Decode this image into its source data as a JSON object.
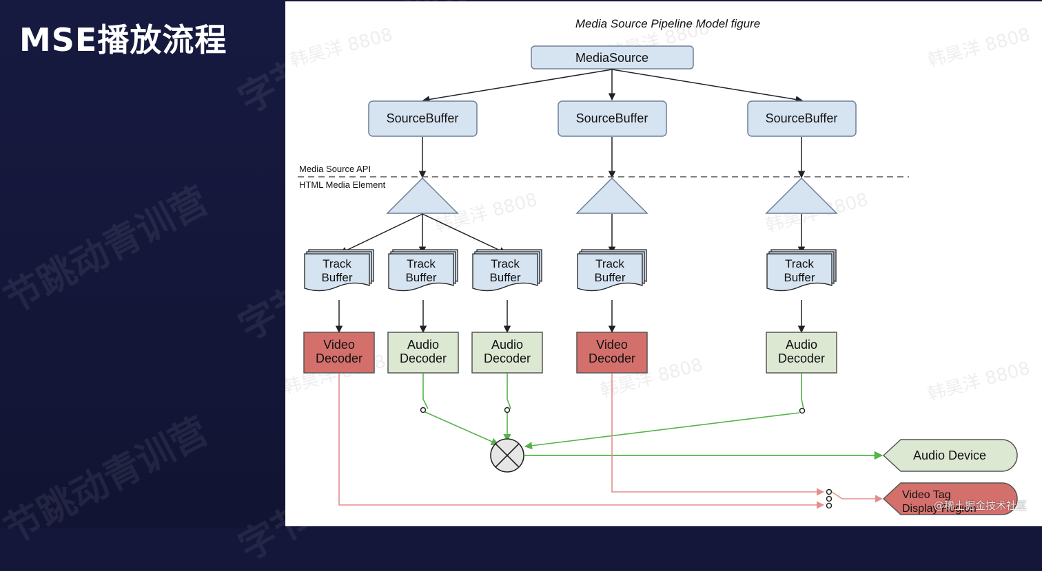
{
  "slide": {
    "title": "MSE播放流程"
  },
  "left_watermarks": [
    "字节跳动青训营",
    "节跳动青训营",
    "字节跳动青训营",
    "节跳动青训营",
    "字节跳动青训营"
  ],
  "figure": {
    "title": "Media Source Pipeline Model figure",
    "media_source": "MediaSource",
    "source_buffers": [
      "SourceBuffer",
      "SourceBuffer",
      "SourceBuffer"
    ],
    "api_label": "Media Source API",
    "element_label": "HTML Media Element",
    "track_buffers": [
      [
        "Track",
        "Buffer"
      ],
      [
        "Track",
        "Buffer"
      ],
      [
        "Track",
        "Buffer"
      ],
      [
        "Track",
        "Buffer"
      ],
      [
        "Track",
        "Buffer"
      ]
    ],
    "decoders": [
      {
        "line1": "Video",
        "line2": "Decoder",
        "kind": "video"
      },
      {
        "line1": "Audio",
        "line2": "Decoder",
        "kind": "audio"
      },
      {
        "line1": "Audio",
        "line2": "Decoder",
        "kind": "audio"
      },
      {
        "line1": "Video",
        "line2": "Decoder",
        "kind": "video"
      },
      {
        "line1": "Audio",
        "line2": "Decoder",
        "kind": "audio"
      }
    ],
    "audio_device": "Audio Device",
    "video_region": [
      "Video Tag",
      "Display Region"
    ],
    "watermark": "韩昊洋 8808"
  },
  "footer_watermark": "@稀土掘金技术社区",
  "colors": {
    "box_fill": "#d6e3f1",
    "box_stroke": "#6d7f99",
    "video_fill": "#d4706c",
    "audio_fill": "#dde8d3",
    "green_line": "#55b34a",
    "red_line": "#e58e8a"
  }
}
